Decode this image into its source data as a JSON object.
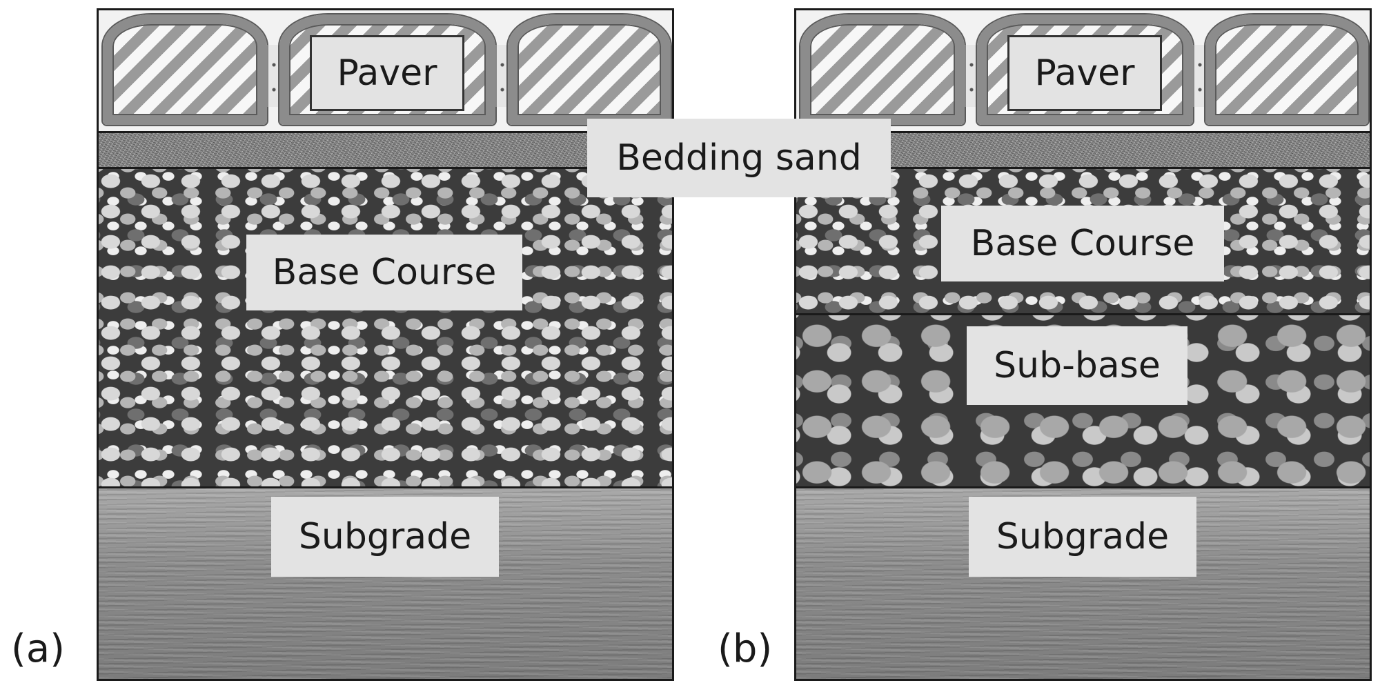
{
  "panels": [
    {
      "tag": "(a)",
      "labels": {
        "paver": "Paver",
        "base_course": "Base Course",
        "subgrade": "Subgrade"
      }
    },
    {
      "tag": "(b)",
      "labels": {
        "paver": "Paver",
        "base_course": "Base Course",
        "sub_base": "Sub-base",
        "subgrade": "Subgrade"
      }
    }
  ],
  "shared_label": "Bedding sand"
}
